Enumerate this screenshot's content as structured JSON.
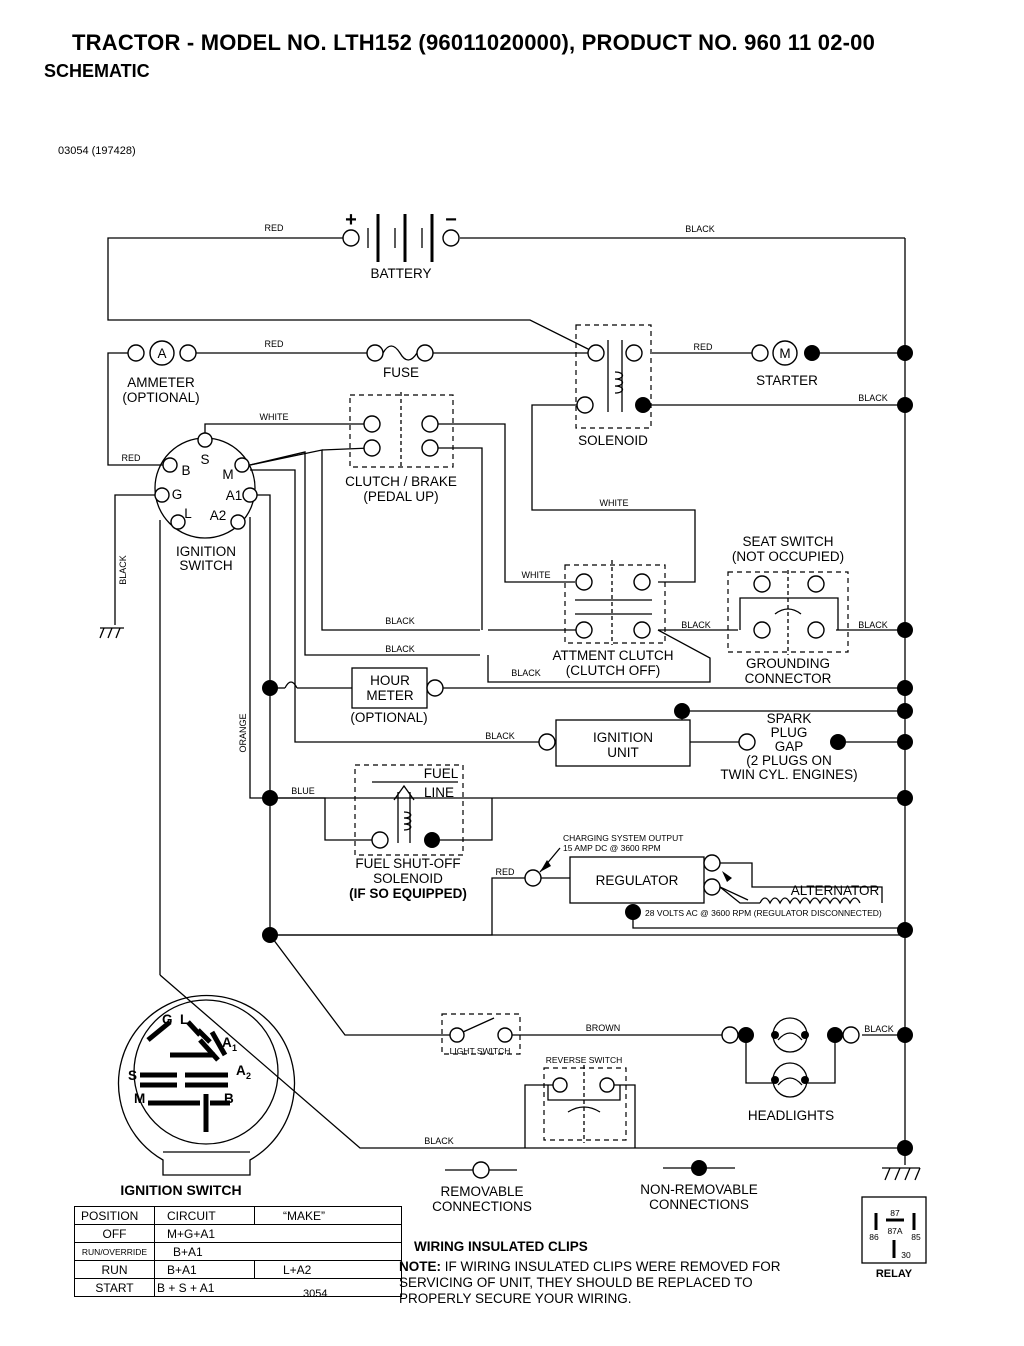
{
  "header": {
    "title": "TRACTOR - MODEL NO. LTH152 (96011020000), PRODUCT NO. 960 11 02-00",
    "subtitle": "SCHEMATIC",
    "doc_ref": "03054 (197428)"
  },
  "components": {
    "battery": "BATTERY",
    "ammeter": "AMMETER",
    "ammeter_opt": "(OPTIONAL)",
    "ammeter_symbol": "A",
    "fuse": "FUSE",
    "starter": "STARTER",
    "starter_symbol": "M",
    "solenoid": "SOLENOID",
    "clutch_brake": "CLUTCH / BRAKE",
    "clutch_brake_sub": "(PEDAL UP)",
    "ignition_switch": "IGNITION",
    "ignition_switch_2": "SWITCH",
    "seat_switch": "SEAT SWITCH",
    "seat_switch_sub": "(NOT OCCUPIED)",
    "attment_clutch": "ATTMENT CLUTCH",
    "attment_clutch_sub": "(CLUTCH OFF)",
    "grounding": "GROUNDING",
    "grounding_2": "CONNECTOR",
    "hour_meter": "HOUR",
    "hour_meter_2": "METER",
    "hour_meter_opt": "(OPTIONAL)",
    "ignition_unit": "IGNITION",
    "ignition_unit_2": "UNIT",
    "spark_1": "SPARK",
    "spark_2": "PLUG",
    "spark_3": "GAP",
    "spark_4": "(2 PLUGS ON",
    "spark_5": "TWIN CYL. ENGINES)",
    "fuel_line_1": "FUEL",
    "fuel_line_2": "LINE",
    "fuel_sol_1": "FUEL SHUT-OFF",
    "fuel_sol_2": "SOLENOID",
    "fuel_sol_3": "(IF SO EQUIPPED)",
    "charging_1": "CHARGING SYSTEM OUTPUT",
    "charging_2": "15 AMP DC @ 3600 RPM",
    "regulator": "REGULATOR",
    "alternator": "ALTERNATOR",
    "ac_note": "28 VOLTS AC @ 3600 RPM (REGULATOR DISCONNECTED)",
    "light_switch": "LIGHT SWITCH",
    "reverse_switch": "REVERSE SWITCH",
    "headlights": "HEADLIGHTS",
    "relay": "RELAY",
    "relay_87": "87",
    "relay_87a": "87A",
    "relay_86": "86",
    "relay_85": "85",
    "relay_30": "30"
  },
  "terminals": {
    "b": "B",
    "s": "S",
    "m": "M",
    "g": "G",
    "a1": "A1",
    "l": "L",
    "a2": "A2"
  },
  "wire_labels": {
    "red": "RED",
    "black": "BLACK",
    "white": "WHITE",
    "orange": "ORANGE",
    "blue": "BLUE",
    "brown": "BROWN"
  },
  "ignition_diagram": {
    "title": "IGNITION SWITCH",
    "letters": {
      "g": "G",
      "l": "L",
      "a1": "A",
      "a1_sub": "1",
      "s": "S",
      "a2": "A",
      "a2_sub": "2",
      "m": "M",
      "b": "B"
    }
  },
  "ignition_table": {
    "headers": [
      "POSITION",
      "CIRCUIT",
      "“MAKE”"
    ],
    "rows": [
      {
        "position": "OFF",
        "circuit": "M+G+A1",
        "extra": ""
      },
      {
        "position": "RUN/OVERRIDE",
        "circuit": "B+A1",
        "extra": ""
      },
      {
        "position": "RUN",
        "circuit": "B+A1",
        "extra": "L+A2"
      },
      {
        "position": "START",
        "circuit": "B + S + A1",
        "extra": ""
      }
    ]
  },
  "legend": {
    "removable_1": "REMOVABLE",
    "removable_2": "CONNECTIONS",
    "non_removable_1": "NON-REMOVABLE",
    "non_removable_2": "CONNECTIONS"
  },
  "notes": {
    "clips_title": "WIRING INSULATED CLIPS",
    "note_label": "NOTE:",
    "note_1": " IF WIRING INSULATED CLIPS WERE REMOVED FOR",
    "note_2": "SERVICING OF UNIT, THEY SHOULD BE REPLACED TO",
    "note_3": "PROPERLY SECURE YOUR WIRING."
  },
  "footer_code": "3054",
  "battery_plus": "+",
  "battery_minus": "−"
}
